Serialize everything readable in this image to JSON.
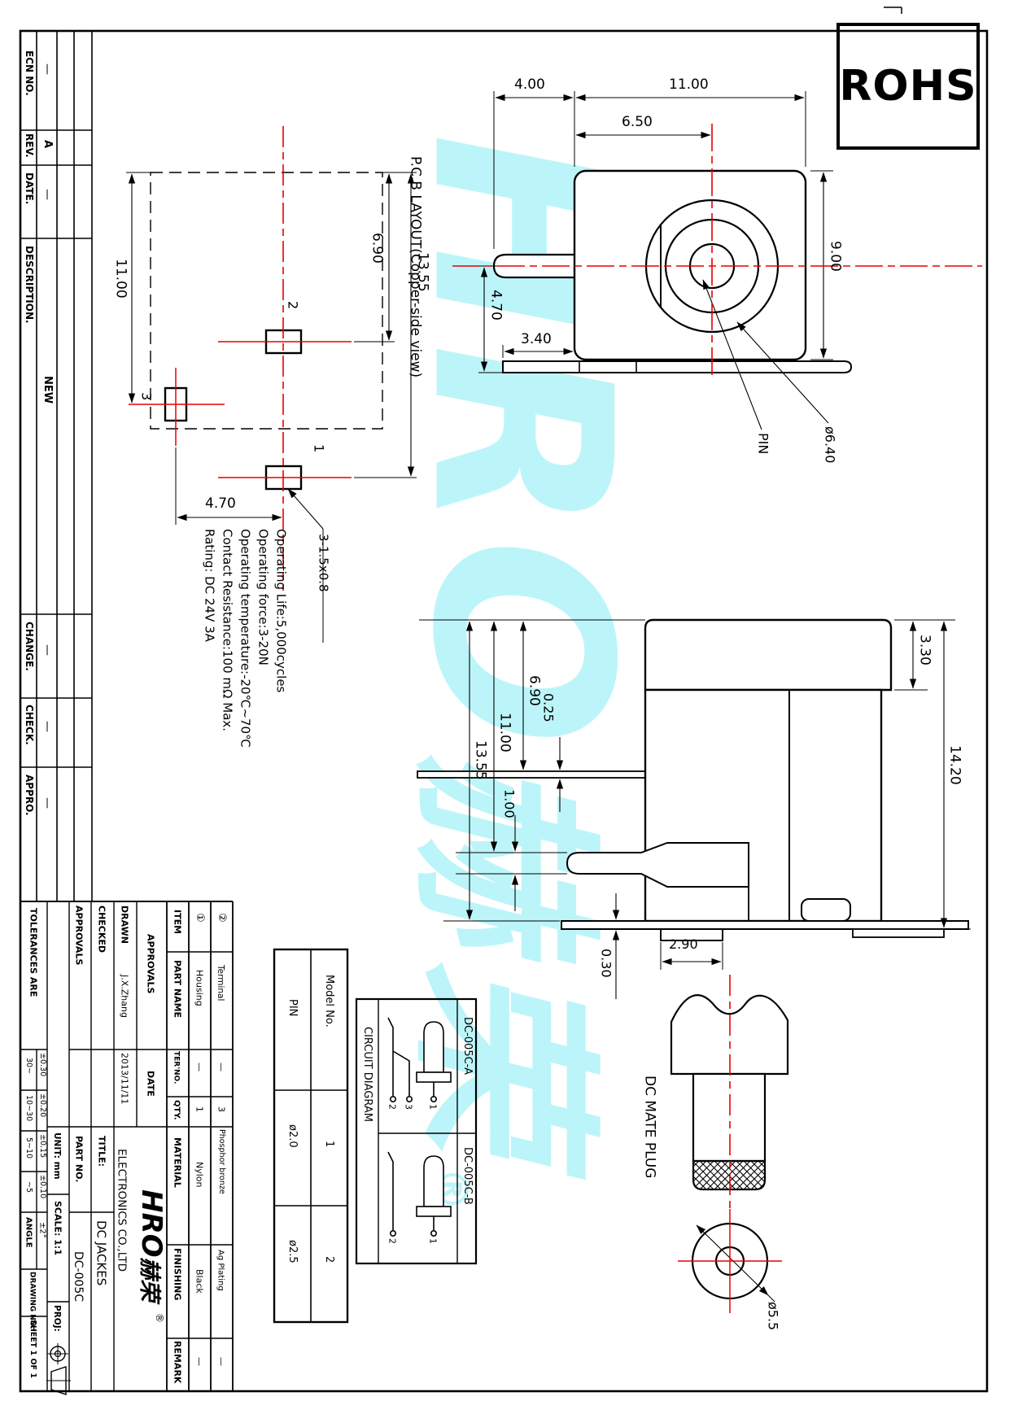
{
  "sheet": {
    "rohs": "ROHS",
    "watermark_text": "HRO",
    "watermark_cn": "赫荣",
    "registered": "®",
    "colors": {
      "centerline_red": "#e80000",
      "watermark_cyan": "#60e8f0",
      "line_black": "#000000"
    }
  },
  "revision_table": {
    "rows": [
      {
        "label": "ECN NO.",
        "value": "—"
      },
      {
        "label": "REV.",
        "value": "A"
      },
      {
        "label": "DATE.",
        "value": "—"
      },
      {
        "label": "DESCRIPTION.",
        "value": "NEW"
      },
      {
        "label": "CHANGE.",
        "value": "—"
      },
      {
        "label": "CHECK.",
        "value": "—"
      },
      {
        "label": "APPRO.",
        "value": "—"
      }
    ]
  },
  "pcb_view": {
    "title": "P.C.B LAYOUT(Copper-side view)",
    "pads": [
      "2",
      "3",
      "1"
    ],
    "dims": {
      "height": "11.00",
      "pad2_offset": "6.90",
      "pad1_offset": "13.55",
      "pitch": "4.70",
      "pad_size": "3-1.5x0.8"
    }
  },
  "front_view": {
    "dims": {
      "shaft_len": "4.00",
      "body_width": "11.00",
      "center_offset": "6.50",
      "body_height": "9.00",
      "flange_offset": "3.40",
      "center_to_base": "4.70"
    },
    "labels": {
      "pin": "PIN",
      "barrel_dia": "ø6.40"
    }
  },
  "side_view": {
    "dims": {
      "cap_height": "3.30",
      "total_height": "14.20",
      "term1_offset": "6.90",
      "term2_offset": "11.00",
      "base_offset": "13.55",
      "term1_thick": "0.25",
      "term2_thick": "1.00",
      "tab_width": "2.90",
      "base_thick": "0.30"
    }
  },
  "plug_view": {
    "label": "DC MATE PLUG",
    "tip_dia": "ø5.5"
  },
  "rating": {
    "lines": [
      "Rating:  DC 24V  3A",
      "Contact Resistance:100 mΩ Max.",
      "Operating temperature:-20℃~70℃",
      "Operating force:3-20N",
      "Operating Life:5,000cycles"
    ]
  },
  "model_table": {
    "headers": {
      "model": "Model No.",
      "pin": "PIN"
    },
    "rows": [
      {
        "model": "1",
        "pin": "ø2.0"
      },
      {
        "model": "2",
        "pin": "ø2.5"
      }
    ]
  },
  "circuit": {
    "label": "CIRCUIT DIAGRAM",
    "cells": [
      {
        "model": "DC-005C-A",
        "pins": [
          "2",
          "3",
          "1"
        ]
      },
      {
        "model": "DC-005C-B",
        "pins": [
          "2",
          "1"
        ]
      }
    ]
  },
  "title_block": {
    "tolerance": {
      "header": "TOLERANCES ARE",
      "rows": [
        {
          "range": "30~",
          "value": "±0.30"
        },
        {
          "range": "10~30",
          "value": "±0.20"
        },
        {
          "range": "5~10",
          "value": "±0.15"
        },
        {
          "range": "~5",
          "value": "±0.10"
        }
      ],
      "angle_label": "ANGLE",
      "angle_value": "±2°"
    },
    "drawing_no_label": "DRAWING NO.",
    "sheet_info": "SHEET 1 OF 1",
    "unit": "UNIT: mm",
    "scale": "SCALE: 1:1",
    "projection_label": "PROJ:",
    "approvals": {
      "header": "APPROVALS",
      "date_header": "DATE",
      "rows": [
        {
          "role": "DRAWN",
          "name": "J.X.Zhang",
          "date": "2013/11/11"
        },
        {
          "role": "CHECKED",
          "name": "",
          "date": ""
        },
        {
          "role": "APPROVALS",
          "name": "",
          "date": ""
        }
      ]
    },
    "part_no_label": "PART NO.",
    "part_no": "DC-005C",
    "title_label": "TITLE:",
    "title": "DC JACKES",
    "company": "ELECTRONICS CO.,LTD",
    "logo": "HRO",
    "logo_cn": "赫荣",
    "logo_registered": "®",
    "parts_table": {
      "headers": [
        "ITEM",
        "PART NAME",
        "TER'NO.",
        "QTY.",
        "MATERIAL",
        "FINISHING",
        "REMARK"
      ],
      "rows": [
        {
          "item": "①",
          "part_name": "Housing",
          "ter_no": "—",
          "qty": "1",
          "material": "Nylon",
          "finishing": "Black",
          "remark": "—"
        },
        {
          "item": "②",
          "part_name": "Terminal",
          "ter_no": "—",
          "qty": "3",
          "material": "Phosphor bronze",
          "finishing": "Ag Plating",
          "remark": "—"
        }
      ]
    }
  }
}
